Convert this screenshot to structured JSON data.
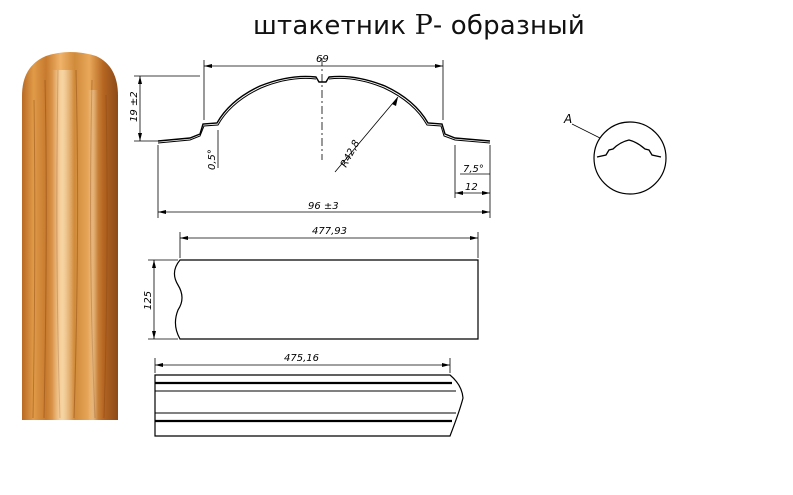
{
  "title": {
    "main": "штакетник",
    "letter": "Р-",
    "rest": "образный"
  },
  "colors": {
    "wood_light": "#e9a85a",
    "wood_mid": "#c9782f",
    "wood_dark": "#8c4a17",
    "line": "#000000"
  },
  "profile_view": {
    "width": "69",
    "height": "19 ±2",
    "radius": "R42,8",
    "offset": "0,5°",
    "angle": "7,5°",
    "flange": "12",
    "total_width": "96 ±3"
  },
  "detail": {
    "label": "A"
  },
  "front_view": {
    "length": "477,93",
    "width": "125"
  },
  "side_view": {
    "length": "475,16"
  }
}
